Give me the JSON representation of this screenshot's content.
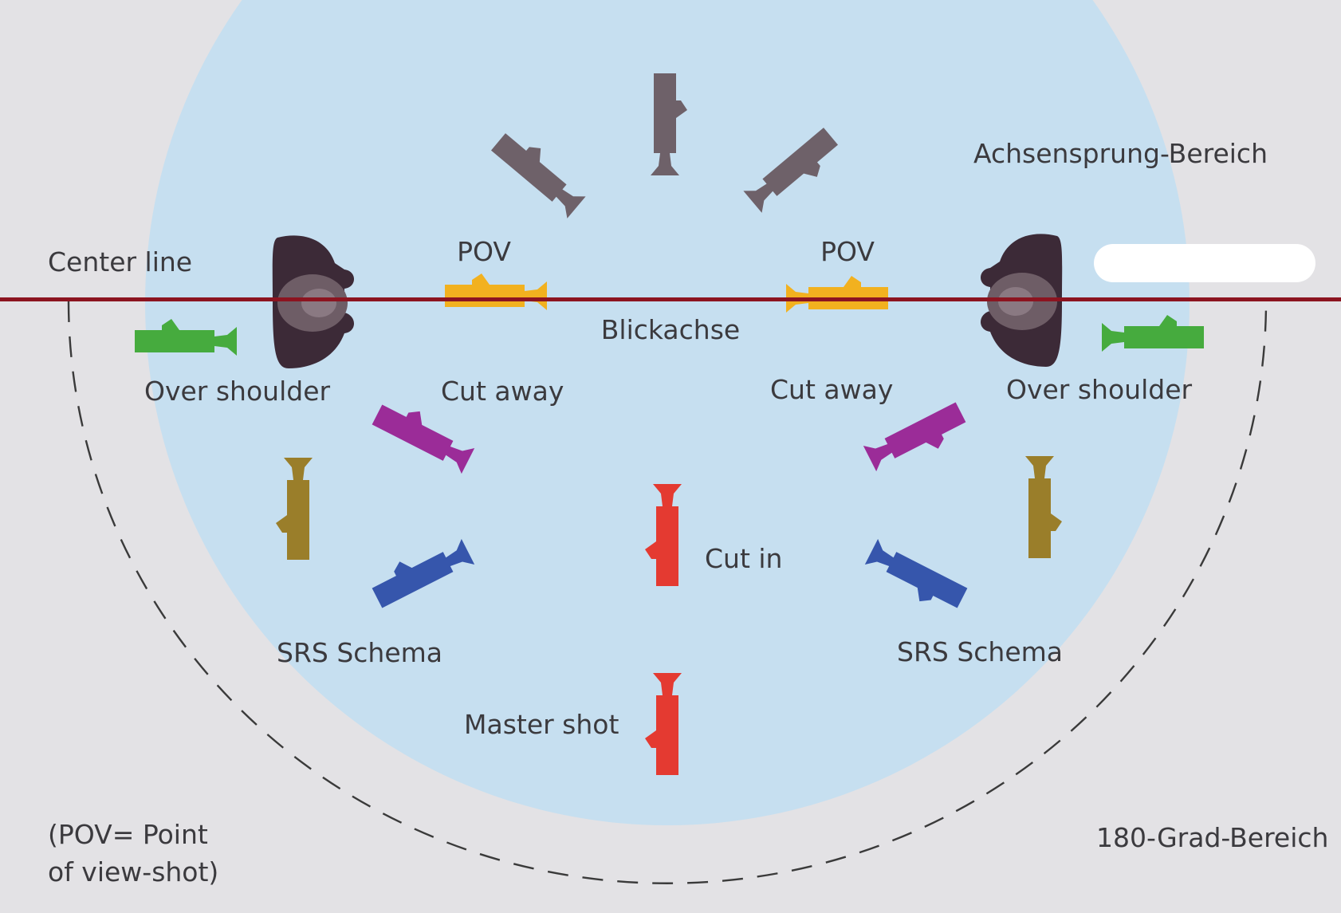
{
  "labels": {
    "achsensprung": "Achsensprung-Bereich",
    "center_line": "Center line",
    "pov_left": "POV",
    "pov_right": "POV",
    "blickachse": "Blickachse",
    "over_shoulder_left": "Over shoulder",
    "over_shoulder_right": "Over shoulder",
    "cut_away_left": "Cut away",
    "cut_away_right": "Cut away",
    "cut_in": "Cut in",
    "srs_left": "SRS Schema",
    "srs_right": "SRS Schema",
    "master_shot": "Master shot",
    "pov_note_line1": "(POV= Point",
    "pov_note_line2": "of view-shot)",
    "grad_bereich": "180-Grad-Bereich"
  },
  "colors": {
    "background": "#e3e2e5",
    "circle": "#c6dff0",
    "axis_line": "#8c1420",
    "dashed_arc": "#3a3a3a",
    "person": "#3c2a37",
    "camera_gray": "#6e6169",
    "camera_pov": "#f2b11f",
    "camera_over_shoulder": "#46ab3e",
    "camera_cut_away": "#9b2c98",
    "camera_olive": "#9a7e2a",
    "camera_srs": "#3656ac",
    "camera_red": "#e43a31"
  },
  "icons": [
    "person-left-icon",
    "person-right-icon",
    "camera-achsensprung-left-icon",
    "camera-achsensprung-center-icon",
    "camera-achsensprung-right-icon",
    "camera-pov-left-icon",
    "camera-pov-right-icon",
    "camera-over-shoulder-left-icon",
    "camera-over-shoulder-right-icon",
    "camera-cut-away-left-icon",
    "camera-cut-away-right-icon",
    "camera-side-left-icon",
    "camera-side-right-icon",
    "camera-srs-left-icon",
    "camera-srs-right-icon",
    "camera-cut-in-icon",
    "camera-master-shot-icon"
  ]
}
